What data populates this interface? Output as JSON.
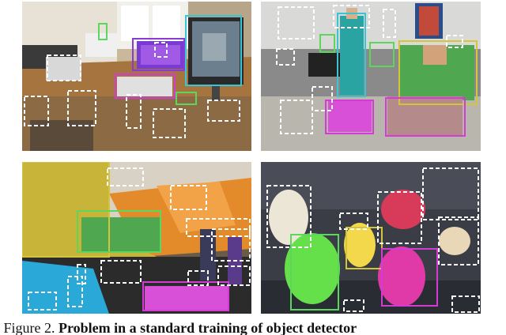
{
  "figure": {
    "caption_label": "Figure 2.",
    "caption_text": "Problem in a standard training of object detector"
  },
  "panels": [
    {
      "name": "office-desk-scene"
    },
    {
      "name": "office-people-laptop-scene"
    },
    {
      "name": "sewing-scissors-scene"
    },
    {
      "name": "teddy-bears-scene"
    }
  ],
  "colors": {
    "annotation_dashed": "#ffffff",
    "annotation_magenta": "#d43bd4",
    "annotation_green": "#5cd65c",
    "annotation_yellow": "#d4c43b",
    "annotation_cyan": "#3bc4d4",
    "annotation_purple": "#8a3bd4"
  }
}
